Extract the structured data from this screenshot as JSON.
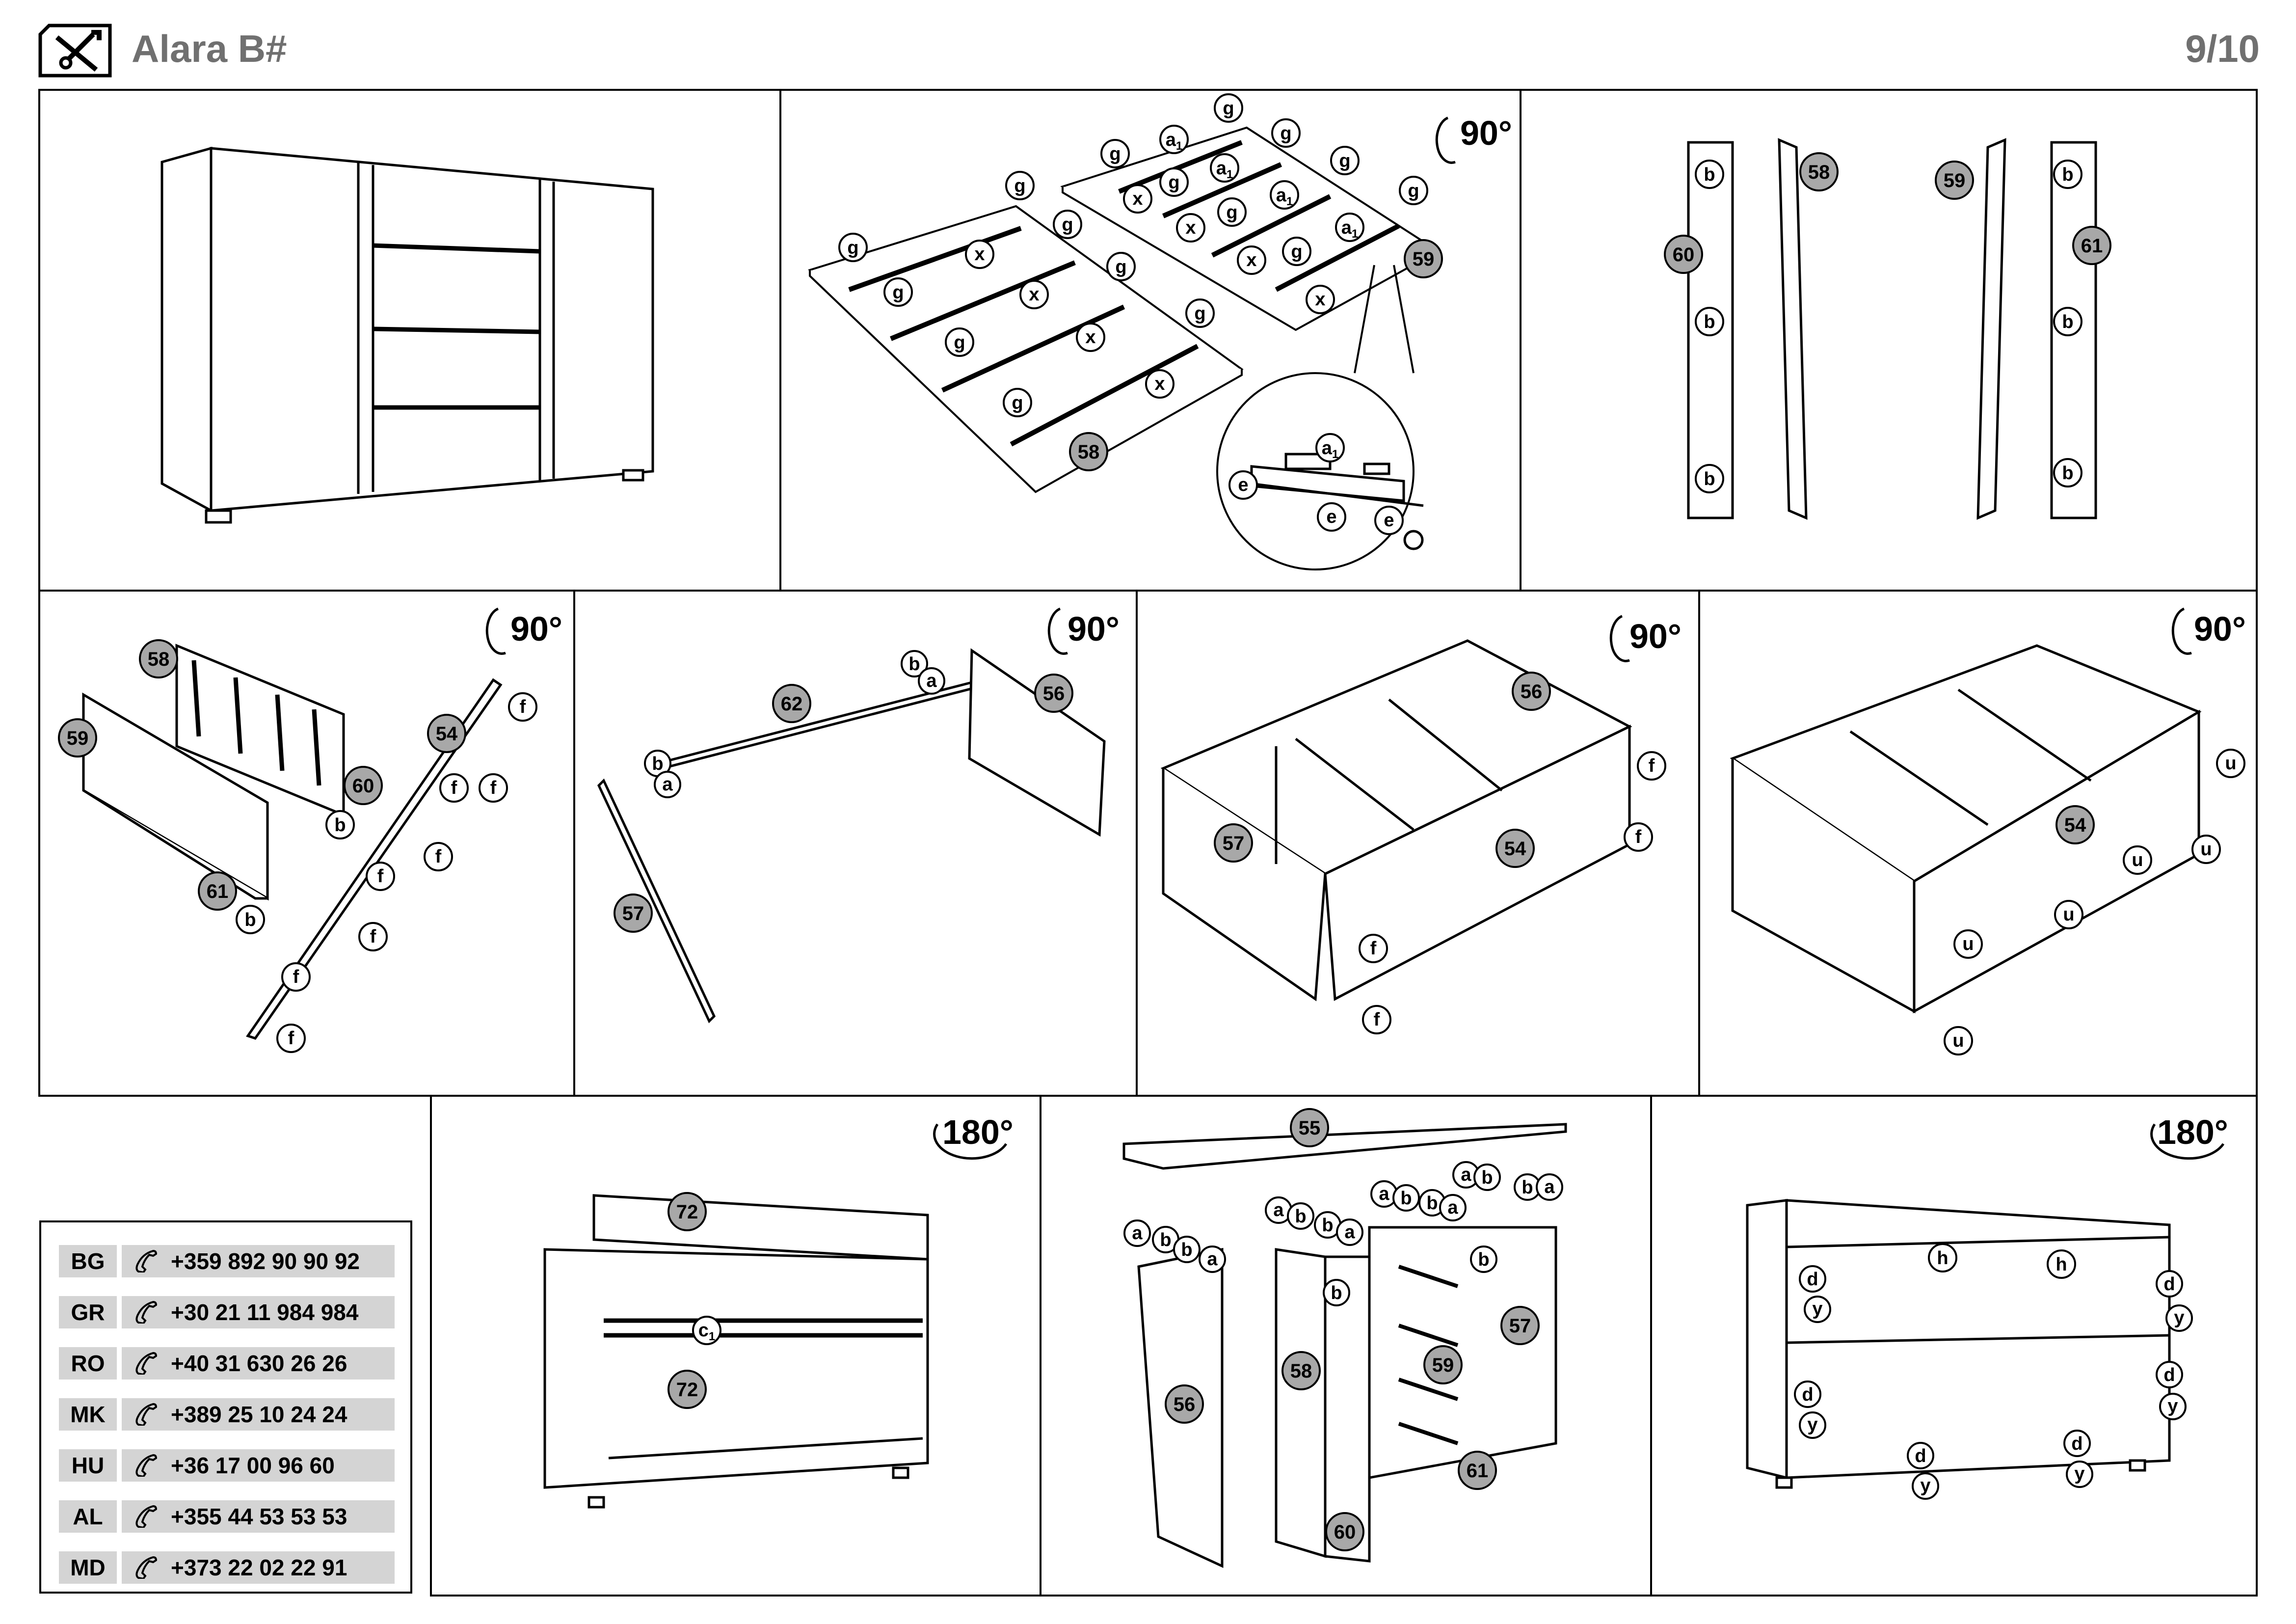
{
  "header": {
    "title": "Alara B#",
    "page": "9/10",
    "icon": "tools-icon"
  },
  "rotation_labels": [
    "90°",
    "90°",
    "90°",
    "90°",
    "90°",
    "180°",
    "180°"
  ],
  "part_numbers": [
    "54",
    "55",
    "56",
    "57",
    "58",
    "59",
    "60",
    "61",
    "62",
    "72"
  ],
  "hardware_letters": [
    "a",
    "a1",
    "b",
    "c1",
    "d",
    "e",
    "f",
    "g",
    "h",
    "u",
    "x",
    "y"
  ],
  "phones": [
    {
      "code": "BG",
      "number": "+359 892 90 90 92"
    },
    {
      "code": "GR",
      "number": "+30 21 11 984 984"
    },
    {
      "code": "RO",
      "number": "+40 31 630 26 26"
    },
    {
      "code": "MK",
      "number": "+389 25 10 24 24"
    },
    {
      "code": "HU",
      "number": "+36 17 00 96 60"
    },
    {
      "code": "AL",
      "number": "+355 44 53 53 53"
    },
    {
      "code": "MD",
      "number": "+373 22 02 22 91"
    }
  ],
  "phone_icon": "phone-icon"
}
